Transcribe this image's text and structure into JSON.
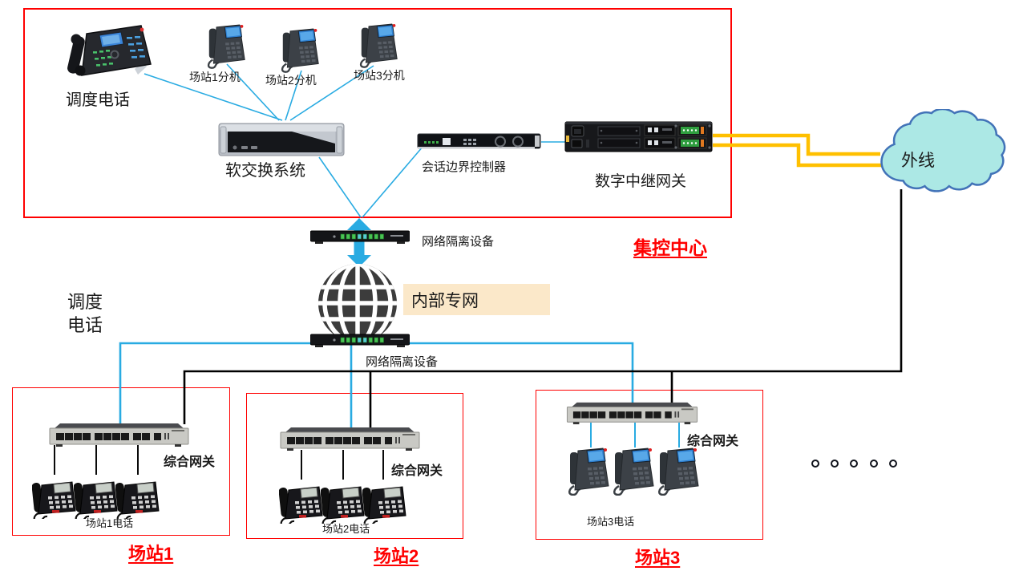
{
  "control_center": {
    "title": "集控中心",
    "dispatch_phone_label": "调度电话",
    "extension_labels": [
      "场站1分机",
      "场站2分机",
      "场站3分机"
    ],
    "softswitch_label": "软交换系统",
    "sbc_label": "会话边界控制器",
    "trunk_gateway_label": "数字中继网关"
  },
  "cloud": {
    "label": "外线"
  },
  "network": {
    "isolation_top_label": "网络隔离设备",
    "isolation_bottom_label": "网络隔离设备",
    "private_network_label": "内部专网"
  },
  "side_label": {
    "line1": "调度",
    "line2": "电话"
  },
  "stations": [
    {
      "title": "场站1",
      "gateway_label": "综合网关",
      "phones_label": "场站1电话"
    },
    {
      "title": "场站2",
      "gateway_label": "综合网关",
      "phones_label": "场站2电话"
    },
    {
      "title": "场站3",
      "gateway_label": "综合网关",
      "phones_label": "场站3电话"
    }
  ],
  "ellipsis": {
    "dot_count": 5
  },
  "colors": {
    "link_cyan": "#29ABE2",
    "trunk_yellow": "#FFC000",
    "box_red": "#FF0000",
    "cloud_fill": "#ACE8E5",
    "cloud_border": "#4273B8",
    "private_network_bg": "#FBE8C9"
  }
}
